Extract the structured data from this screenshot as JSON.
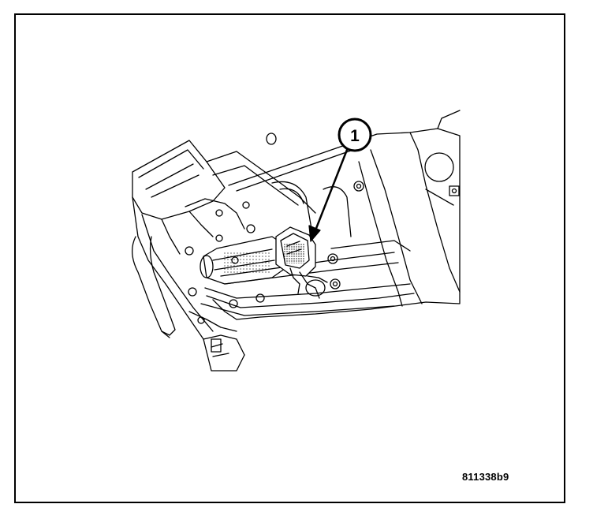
{
  "callouts": [
    {
      "number": "1",
      "target": "connector"
    }
  ],
  "figure_id": "811338b9",
  "colors": {
    "ink": "#000000",
    "paper": "#ffffff",
    "shade": "#d6d6d6"
  }
}
